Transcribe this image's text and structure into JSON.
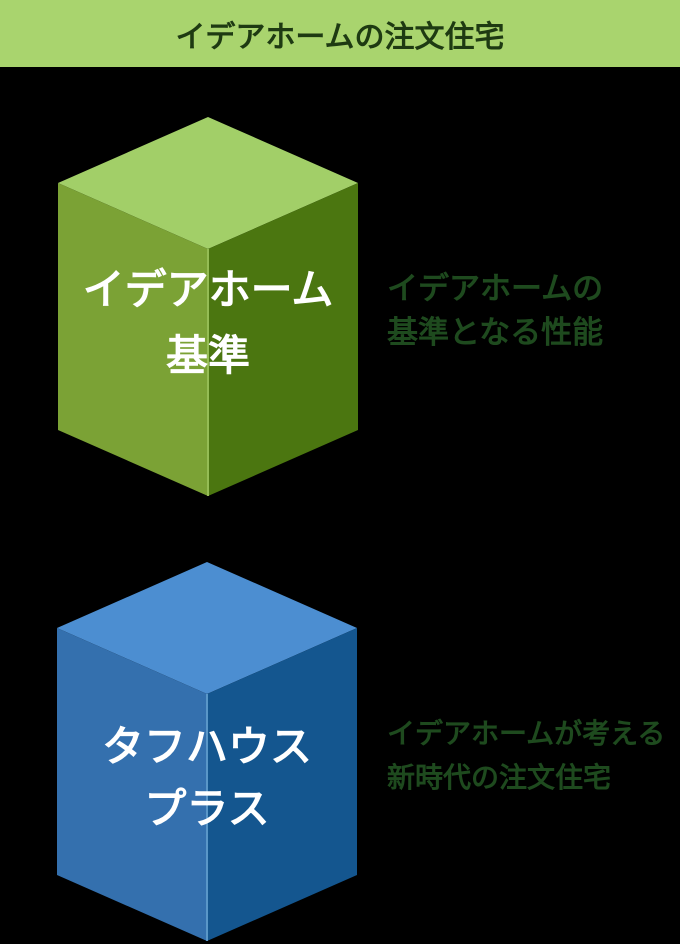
{
  "background": "#000000",
  "header": {
    "title": "イデアホームの注文住宅",
    "bg": "#a9d46e",
    "text_color": "#1e3a12"
  },
  "label_text_color": "#ffffff",
  "annotation_color": "#1e4a1e",
  "cubes": [
    {
      "label_lines": [
        "イデアホーム",
        "基準"
      ],
      "annotation_lines": [
        "イデアホームの",
        "基準となる性能"
      ],
      "colors": {
        "top": "#a2cf68",
        "left": "#7ba235",
        "right": "#4b7610",
        "edge": "#95bd55"
      }
    },
    {
      "label_lines": [
        "タフハウス",
        "プラス"
      ],
      "annotation_lines": [
        "イデアホームが考える",
        "新時代の注文住宅"
      ],
      "colors": {
        "top": "#4c8ed1",
        "left": "#3470ae",
        "right": "#14568f",
        "edge": "#5a97c8"
      }
    }
  ]
}
